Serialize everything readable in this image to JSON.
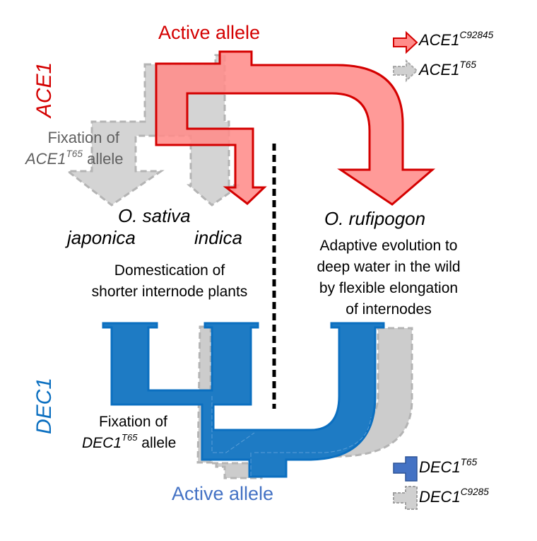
{
  "colors": {
    "ace1_red": "#d40000",
    "ace1_fill": "#ff9694",
    "dec1_blue": "#1f7ec4",
    "dec1_border": "#0b6fc0",
    "dec1_label_blue": "#0b6fc0",
    "active_allele_blue": "#4472c4",
    "gray_fill": "#d0d0d0",
    "gray_border": "#b0b0b0",
    "gray_text": "#606060",
    "divider": "#000000"
  },
  "gene_labels": {
    "ace1": "ACE1",
    "dec1": "DEC1"
  },
  "ace1_section": {
    "active_allele": "Active allele",
    "fixation_line1": "Fixation of",
    "fixation_gene": "ACE1",
    "fixation_sup": "T65",
    "fixation_suffix": " allele"
  },
  "species": {
    "sativa": "O. sativa",
    "japonica": "japonica",
    "indica": "indica",
    "rufipogon": "O. rufipogon"
  },
  "descriptions": {
    "domestication": [
      "Domestication of",
      "shorter internode plants"
    ],
    "adaptive": [
      "Adaptive evolution to",
      "deep water in the wild",
      "by flexible elongation",
      "of internodes"
    ]
  },
  "dec1_section": {
    "fixation_line1": "Fixation of",
    "fixation_gene": "DEC1",
    "fixation_sup": "T65",
    "fixation_suffix": " allele",
    "active_allele": "Active allele"
  },
  "legend_top": [
    {
      "icon": "red-arrow-icon",
      "gene": "ACE1",
      "sup": "C92845"
    },
    {
      "icon": "gray-dashed-arrow-icon",
      "gene": "ACE1",
      "sup": "T65"
    }
  ],
  "legend_bottom": [
    {
      "icon": "blue-t-connector-icon",
      "gene": "DEC1",
      "sup": "T65"
    },
    {
      "icon": "gray-dashed-t-connector-icon",
      "gene": "DEC1",
      "sup": "C9285"
    }
  ]
}
